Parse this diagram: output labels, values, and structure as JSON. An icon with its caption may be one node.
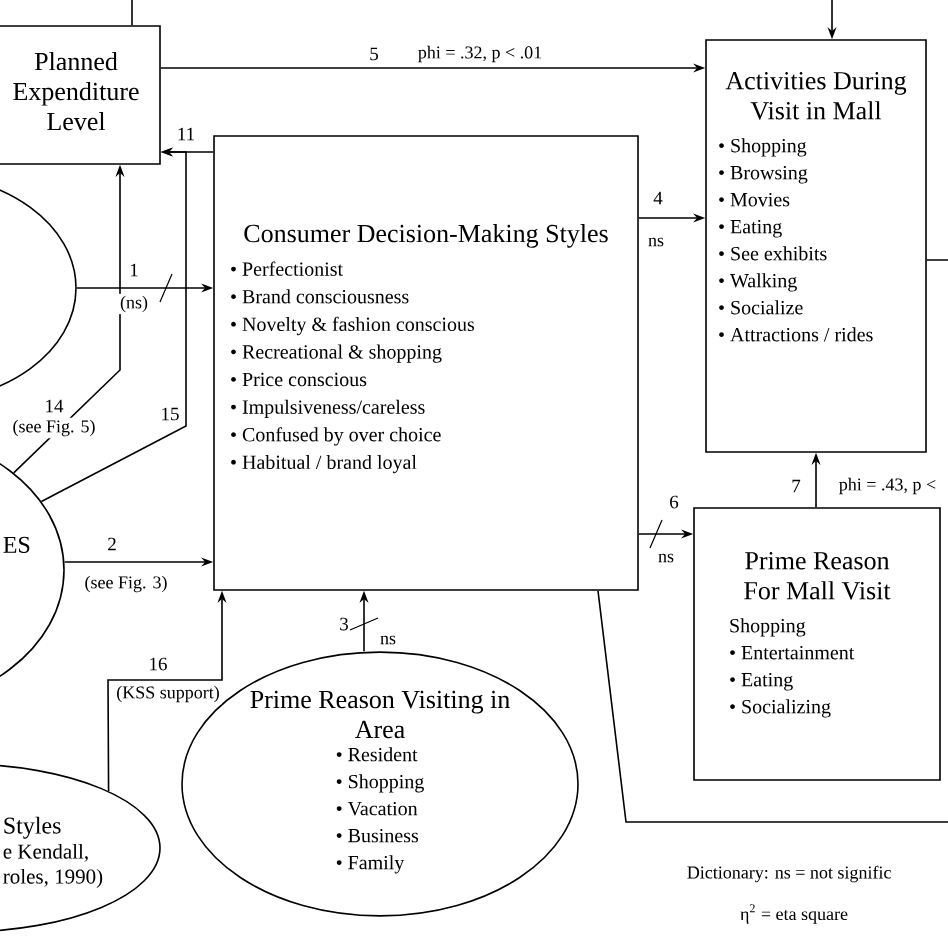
{
  "diagram": {
    "nodes": [
      {
        "text": [
          "Planned Expenditure Level"
        ]
      },
      {
        "text": [
          "Activities During Visit in Mall",
          "• Shopping",
          "• Browsing",
          "• Movies",
          "• Eating",
          "• See exhibits",
          "• Walking",
          "• Socialize",
          "• Attractions / rides"
        ]
      },
      {
        "text": [],
        "shape": "ellipse"
      },
      {
        "text": [
          "Consumer Decision-Making Styles",
          "• Perfectionist",
          "• Brand consciousness",
          "• Novelty & fashion conscious",
          "• Recreational & shopping",
          "• Price conscious",
          "• Impulsiveness/careless",
          "• Confused by over choice",
          "• Habitual / brand loyal"
        ]
      },
      {
        "text": [
          "ES"
        ]
      },
      {
        "text": [
          "Prime Reason For Mall Visit",
          "Shopping",
          "• Entertainment",
          "• Eating",
          "• Socializing"
        ]
      },
      {
        "text": [
          "Styles",
          "e Kendall, roles, 1990)"
        ]
      },
      {
        "text": [
          "Prime Reason Visiting in Area",
          "• Resident",
          "• Shopping",
          "• Vacation",
          "• Business",
          "• Family"
        ]
      }
    ],
    "edges": [
      {
        "from": 0,
        "to": 1,
        "arrow": "to",
        "label": "5"
      },
      {
        "from": 3,
        "to": 0,
        "arrow": "to",
        "label": "11"
      },
      {
        "from": 4,
        "to": 0,
        "arrow": "to",
        "label": "14"
      },
      {
        "from": 4,
        "to": 0,
        "arrow": "to",
        "label": "15"
      },
      {
        "from": 2,
        "to": 3,
        "arrow": "to",
        "label": "1"
      },
      {
        "from": 4,
        "to": 3,
        "arrow": "to",
        "label": "2"
      },
      {
        "from": 6,
        "to": 3,
        "arrow": "to",
        "label": "16"
      },
      {
        "from": 7,
        "to": 3,
        "arrow": "to",
        "label": "3"
      },
      {
        "from": 3,
        "to": 1,
        "arrow": "to",
        "label": "4"
      },
      {
        "from": 3,
        "to": 5,
        "arrow": "to",
        "label": "6"
      },
      {
        "from": 5,
        "to": 1,
        "arrow": "to",
        "label": "7"
      },
      {
        "from": 3,
        "to": null,
        "arrow": "none"
      },
      {
        "from": 0,
        "to": null,
        "arrow": "none"
      },
      {
        "from": null,
        "to": 1,
        "arrow": "to"
      },
      {
        "from": 1,
        "to": null,
        "arrow": "none"
      }
    ],
    "labels": [
      "phi = .32, p < .01",
      "ns",
      "(ns)",
      "(see Fig. 5)",
      "ns",
      "phi = .43, p <",
      "(see Fig. 3)",
      "ns",
      "(KSS support)",
      "Dictionary:  ns = not signific",
      "η$^{2}$ = eta square"
    ]
  }
}
